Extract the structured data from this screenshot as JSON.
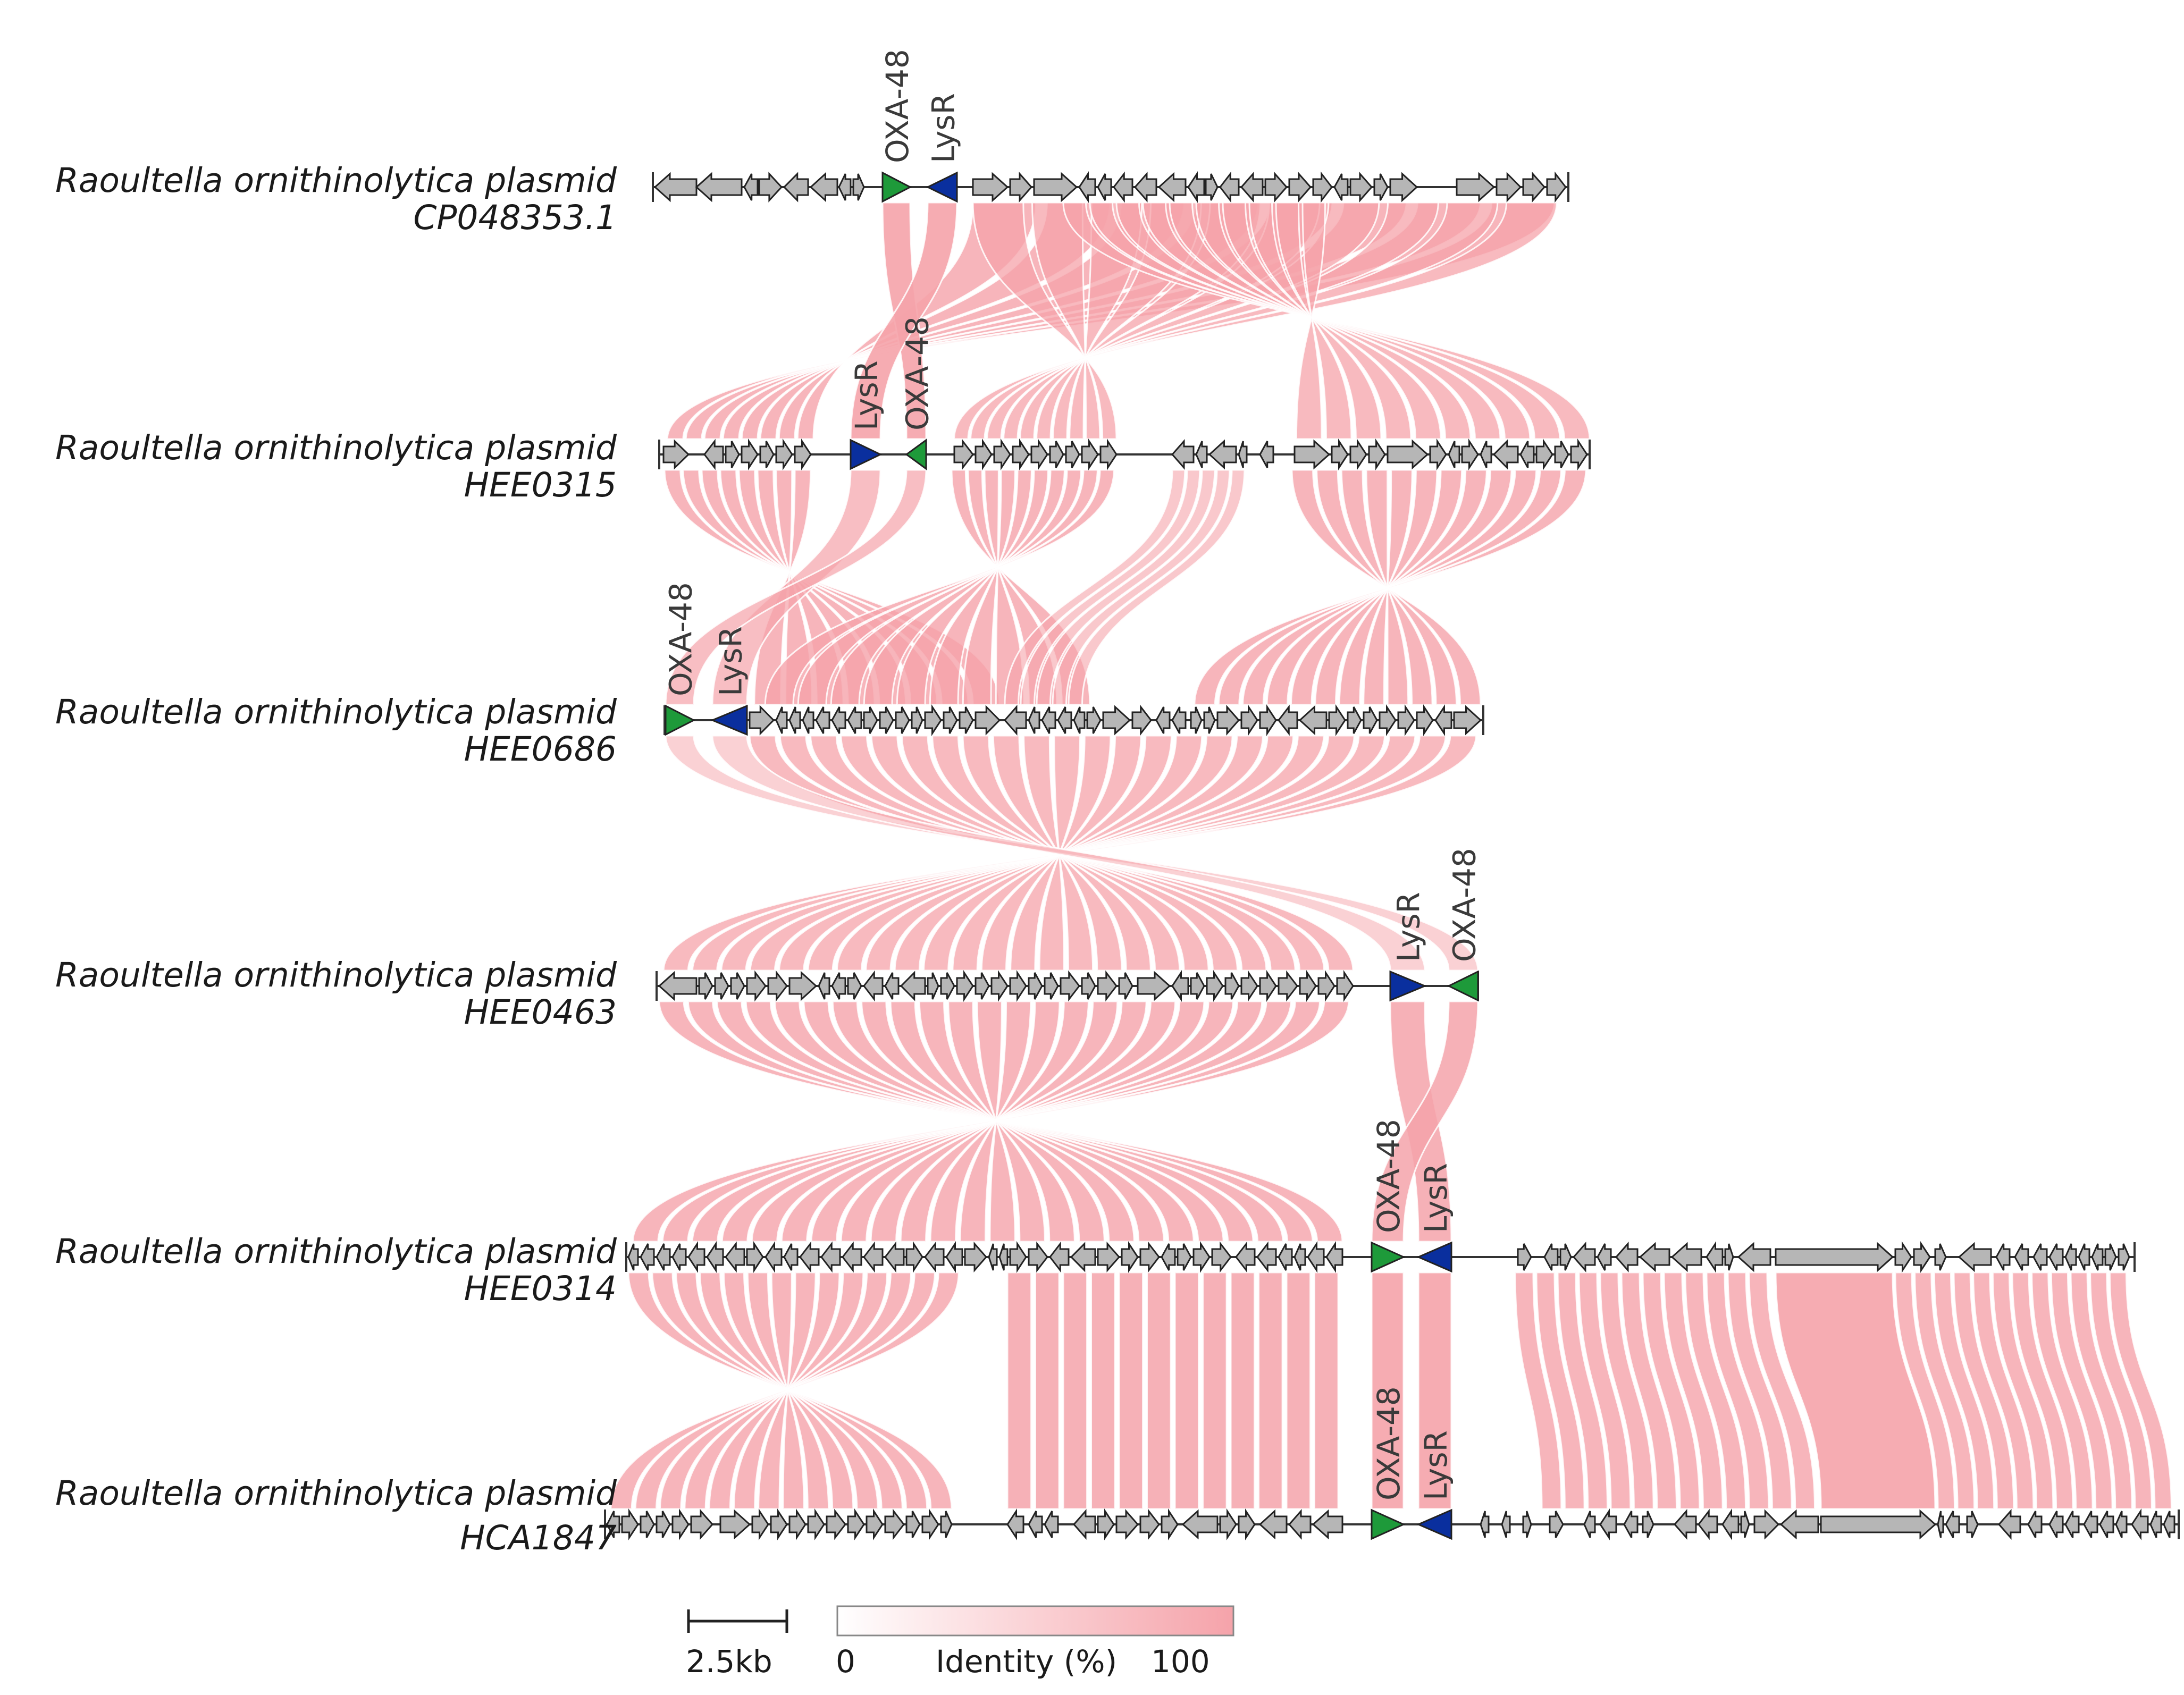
{
  "tracks": [
    {
      "organism": "Raoultella ornithinolytica plasmid",
      "accession": "CP048353.1"
    },
    {
      "organism": "Raoultella ornithinolytica plasmid",
      "accession": "HEE0315"
    },
    {
      "organism": "Raoultella ornithinolytica plasmid",
      "accession": "HEE0686"
    },
    {
      "organism": "Raoultella ornithinolytica plasmid",
      "accession": "HEE0463"
    },
    {
      "organism": "Raoultella ornithinolytica plasmid",
      "accession": "HEE0314"
    },
    {
      "organism": "Raoultella ornithinolytica plasmid",
      "accession": "HCA1847"
    }
  ],
  "highlighted_genes": {
    "oxa": {
      "label": "OXA-48",
      "color": "#1e9a3a"
    },
    "lysr": {
      "label": "LysR",
      "color": "#0a2f9e"
    }
  },
  "colors": {
    "gene_fill": "#b6b6b6",
    "gene_stroke": "#222222",
    "backbone": "#333333",
    "identity_link": "#f5a3aa"
  },
  "legend": {
    "scale_label": "2.5kb",
    "identity_min": "0",
    "identity_label": "Identity (%)",
    "identity_max": "100"
  }
}
